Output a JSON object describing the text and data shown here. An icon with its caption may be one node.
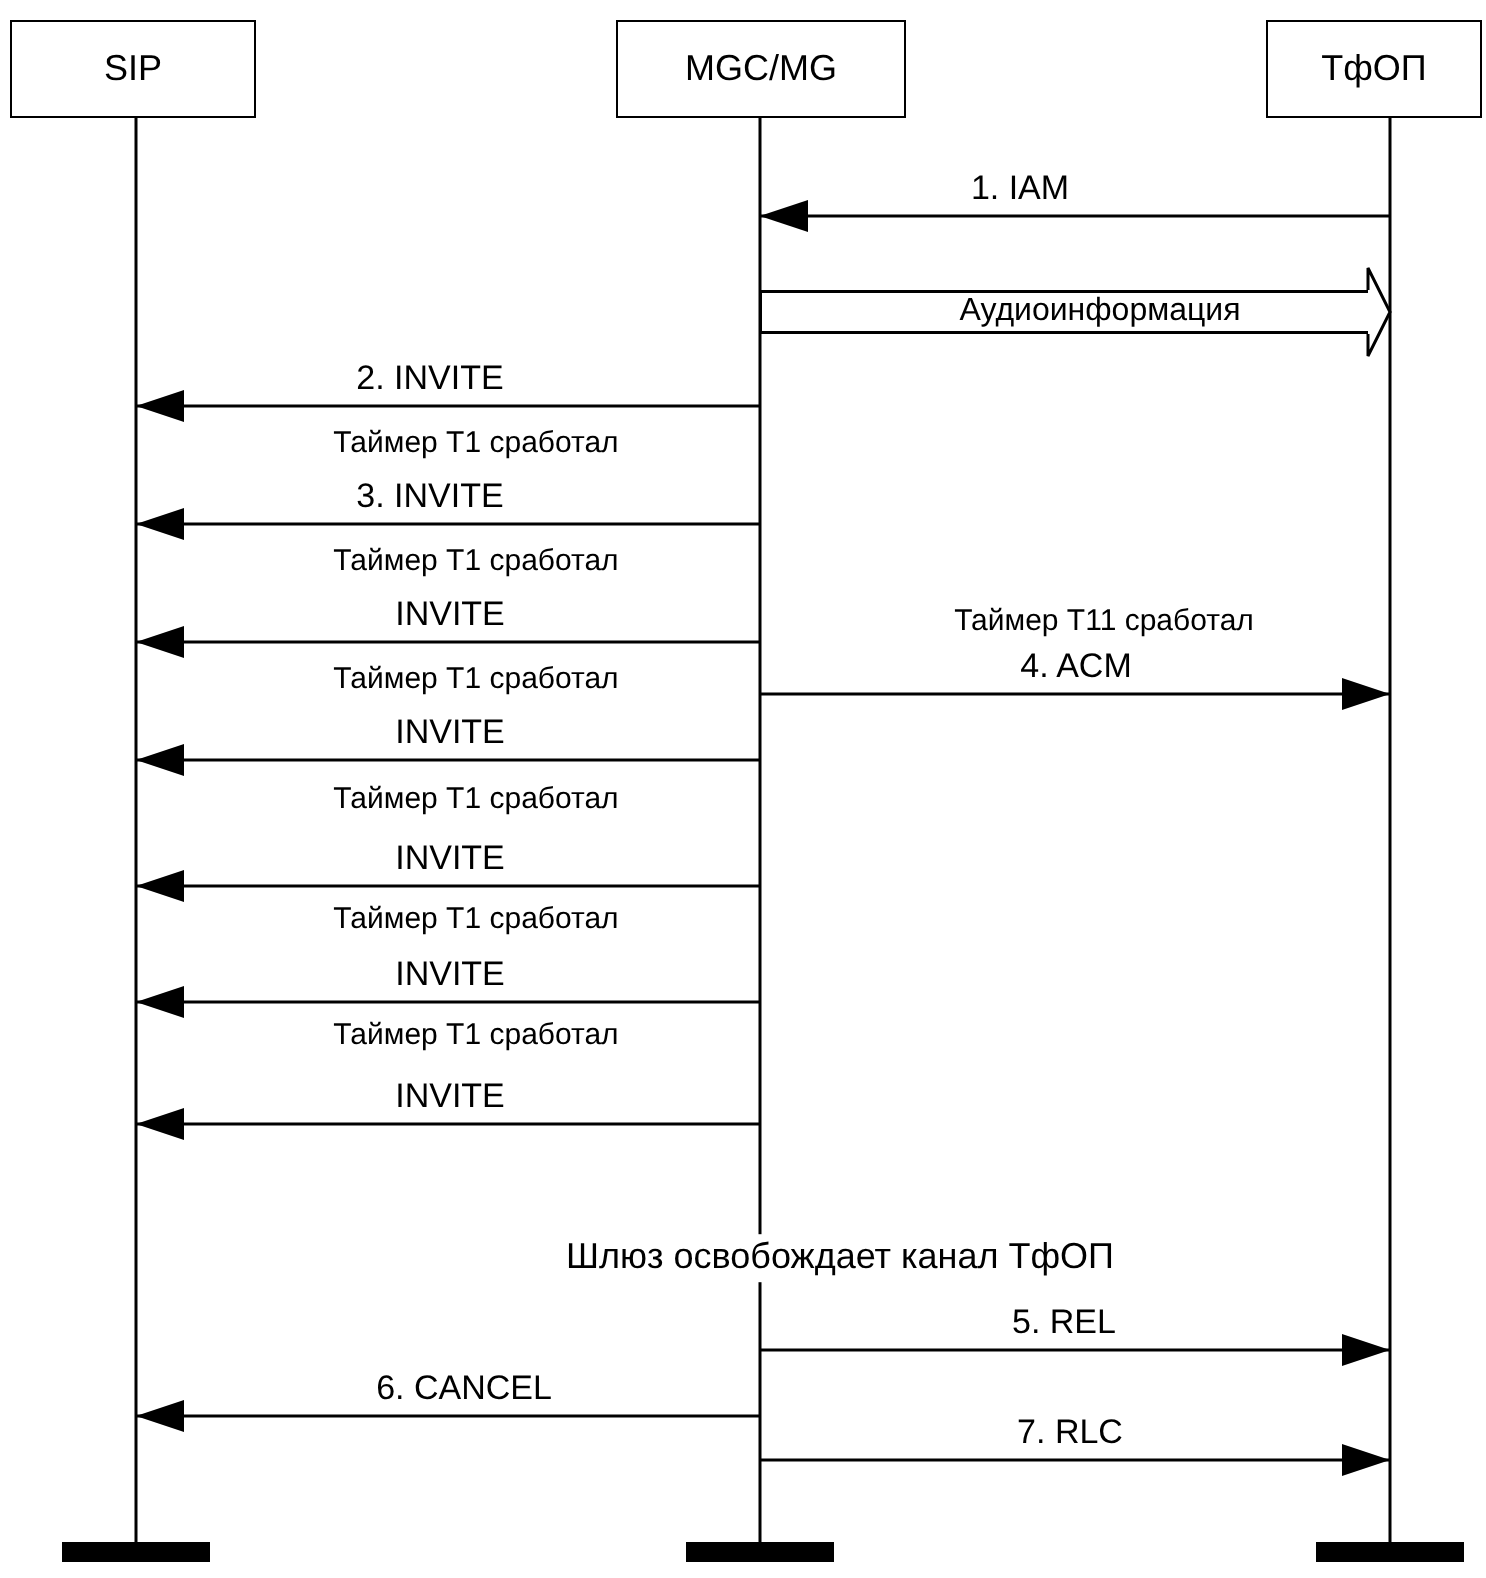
{
  "diagram": {
    "nodes": [
      {
        "text": [
          "SIP"
        ]
      },
      {
        "text": [
          "MGC/MG"
        ]
      },
      {
        "text": [
          "ТфОП"
        ]
      }
    ],
    "edges": [
      {
        "from": 2,
        "to": 1,
        "arrow": "to",
        "label": "1. IAM"
      },
      {
        "from": 1,
        "to": 2,
        "arrow": "to",
        "label": "Аудиоинформация",
        "style": "thick"
      },
      {
        "from": 1,
        "to": 0,
        "arrow": "to",
        "label": "2. INVITE"
      },
      {
        "from": 1,
        "to": 0,
        "arrow": "to",
        "label": "3. INVITE"
      },
      {
        "from": 1,
        "to": 0,
        "arrow": "to",
        "label": "INVITE"
      },
      {
        "from": 1,
        "to": 2,
        "arrow": "to",
        "label": "4. ACM"
      },
      {
        "from": 1,
        "to": 0,
        "arrow": "to",
        "label": "INVITE"
      },
      {
        "from": 1,
        "to": 0,
        "arrow": "to",
        "label": "INVITE"
      },
      {
        "from": 1,
        "to": 0,
        "arrow": "to",
        "label": "INVITE"
      },
      {
        "from": 1,
        "to": 0,
        "arrow": "to",
        "label": "INVITE"
      },
      {
        "from": 1,
        "to": 2,
        "arrow": "to",
        "label": "5. REL"
      },
      {
        "from": 1,
        "to": 0,
        "arrow": "to",
        "label": "6. CANCEL"
      },
      {
        "from": 1,
        "to": 2,
        "arrow": "to",
        "label": "7. RLC"
      }
    ],
    "labels": [
      "Таймер Т1 сработал",
      "Таймер Т1 сработал",
      "Таймер Т11 сработал",
      "Таймер Т1 сработал",
      "Таймер Т1 сработал",
      "Таймер Т1 сработал",
      "Таймер Т1 сработал",
      "Шлюз освобождает канал ТфОП"
    ]
  }
}
